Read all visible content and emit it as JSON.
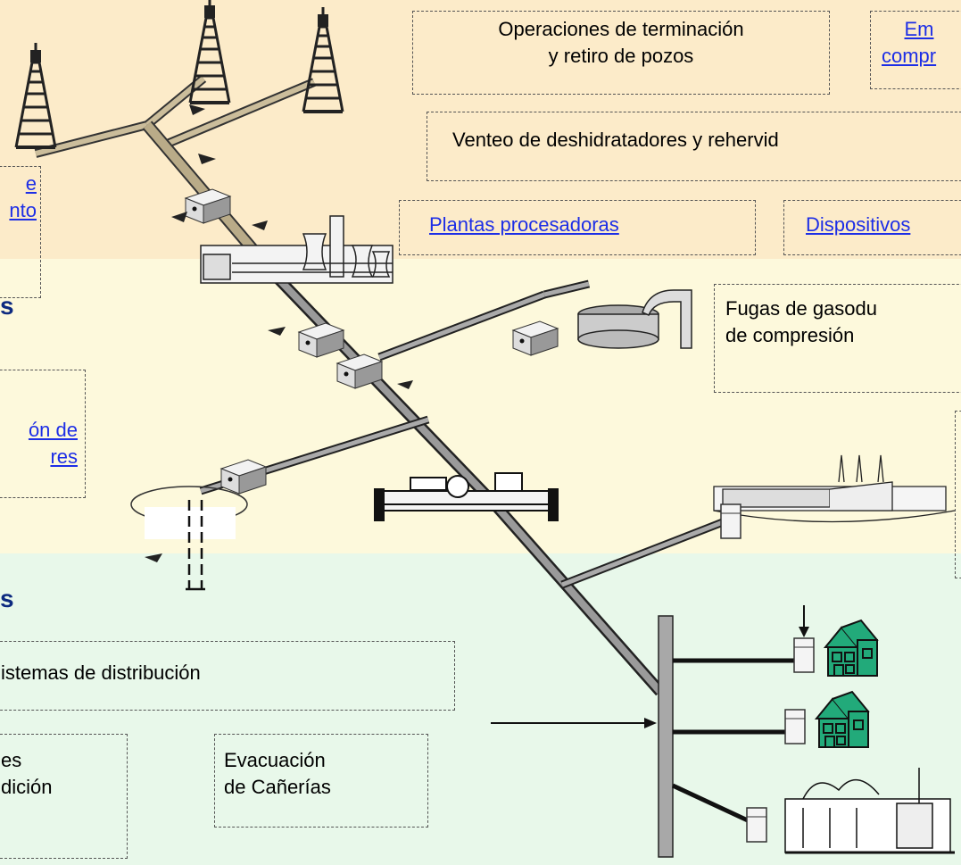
{
  "boxes": {
    "operaciones": "Operaciones de terminación y retiro de pozos",
    "em_line1": "Em",
    "em_line2": "compr",
    "venteo": "Venteo de deshidratadores y rehervid",
    "e_line1": "e",
    "e_line2": "nto",
    "plantas": "Plantas procesadoras",
    "dispositivos": "Dispositivos",
    "fugas_line1": "Fugas de gasodu",
    "fugas_line2": "de compresión",
    "on_line1": "ón de",
    "on_line2": "res",
    "distribucion": "istemas de distribución",
    "es_line1": "es",
    "es_line2": "dición",
    "evacuacion_line1": "Evacuación",
    "evacuacion_line2": "de Cañerías"
  },
  "section_heads": {
    "mid": "s",
    "bottom": "s"
  },
  "colors": {
    "production_band": "#fcebc9",
    "transmission_band": "#fdf9dc",
    "distribution_band": "#e8f8ea",
    "link": "#1d2ee6",
    "heading": "#0d2a80",
    "house": "#22aa7a"
  }
}
